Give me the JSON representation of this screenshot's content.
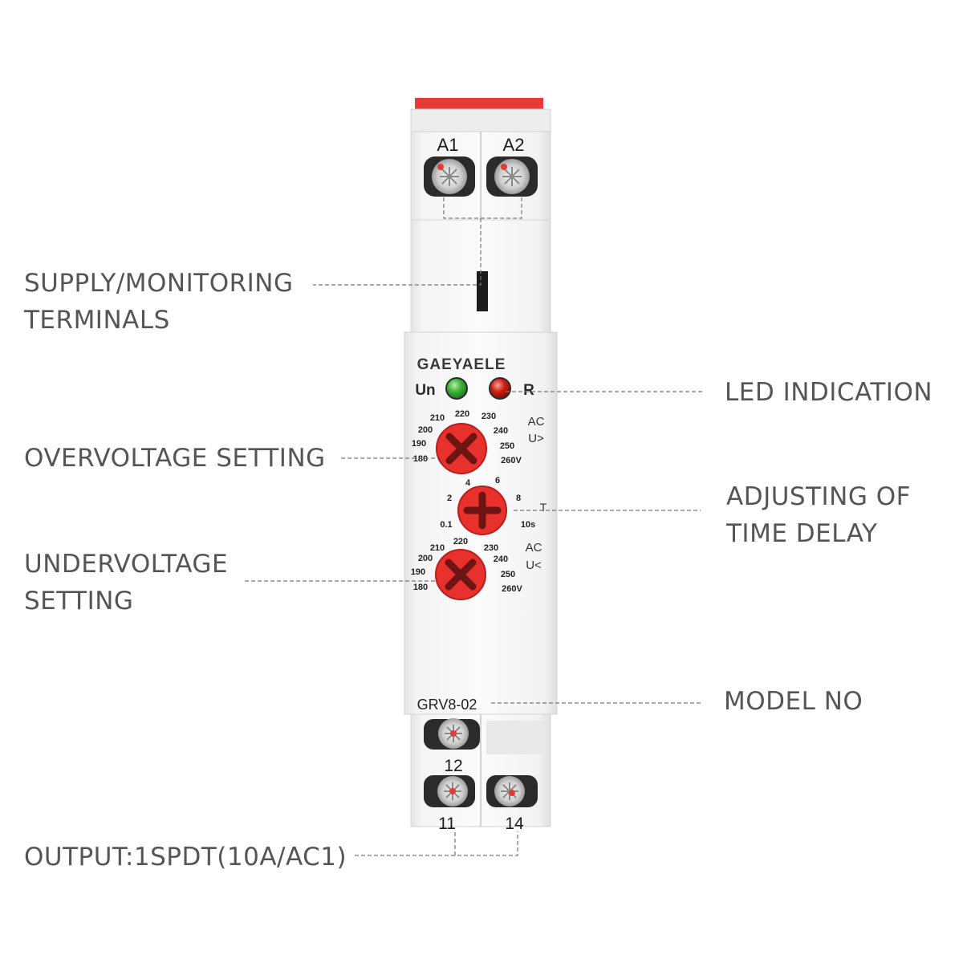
{
  "callouts": {
    "supply": [
      "SUPPLY/MONITORING",
      "TERMINALS"
    ],
    "led": "LED INDICATION",
    "overvoltage": "OVERVOLTAGE SETTING",
    "time_delay": [
      "ADJUSTING OF",
      "TIME DELAY"
    ],
    "undervoltage": [
      "UNDERVOLTAGE",
      "SETTING"
    ],
    "model": "MODEL NO",
    "output": "OUTPUT:1SPDT(10A/AC1)"
  },
  "device": {
    "brand": "GAEYAELE",
    "model": "GRV8-02",
    "terminals_top": [
      "A1",
      "A2"
    ],
    "terminal_mid": "12",
    "terminals_bottom": [
      "11",
      "14"
    ],
    "led_labels": [
      "Un",
      "R"
    ],
    "led_colors": [
      "#3db43a",
      "#d11f14"
    ],
    "knob_color": "#e8302c",
    "accent_red": "#e33b36",
    "overvoltage_dial": {
      "unit_top": "AC",
      "unit_bottom": "U>",
      "ticks_left": [
        "210",
        "220",
        "230"
      ],
      "ticks_left_low": [
        "200",
        "190",
        "180"
      ],
      "ticks_right": [
        "240",
        "250",
        "260V"
      ]
    },
    "time_dial": {
      "unit": "T",
      "ticks_top": [
        "4",
        "6"
      ],
      "ticks_left": [
        "2",
        "0.1"
      ],
      "ticks_right": [
        "8",
        "10s"
      ]
    },
    "undervoltage_dial": {
      "unit_top": "AC",
      "unit_bottom": "U<",
      "ticks_left": [
        "210",
        "220",
        "230"
      ],
      "ticks_left_low": [
        "200",
        "190",
        "180"
      ],
      "ticks_right": [
        "240",
        "250",
        "260V"
      ]
    }
  }
}
